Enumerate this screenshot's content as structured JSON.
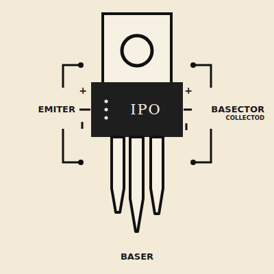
{
  "diagram": {
    "nodes": [
      {
        "text": [
          "IPO"
        ]
      }
    ],
    "labels": [
      "EMITER",
      "BASECTOR",
      "COLLECTOD",
      "BASER",
      "+",
      "+"
    ]
  }
}
